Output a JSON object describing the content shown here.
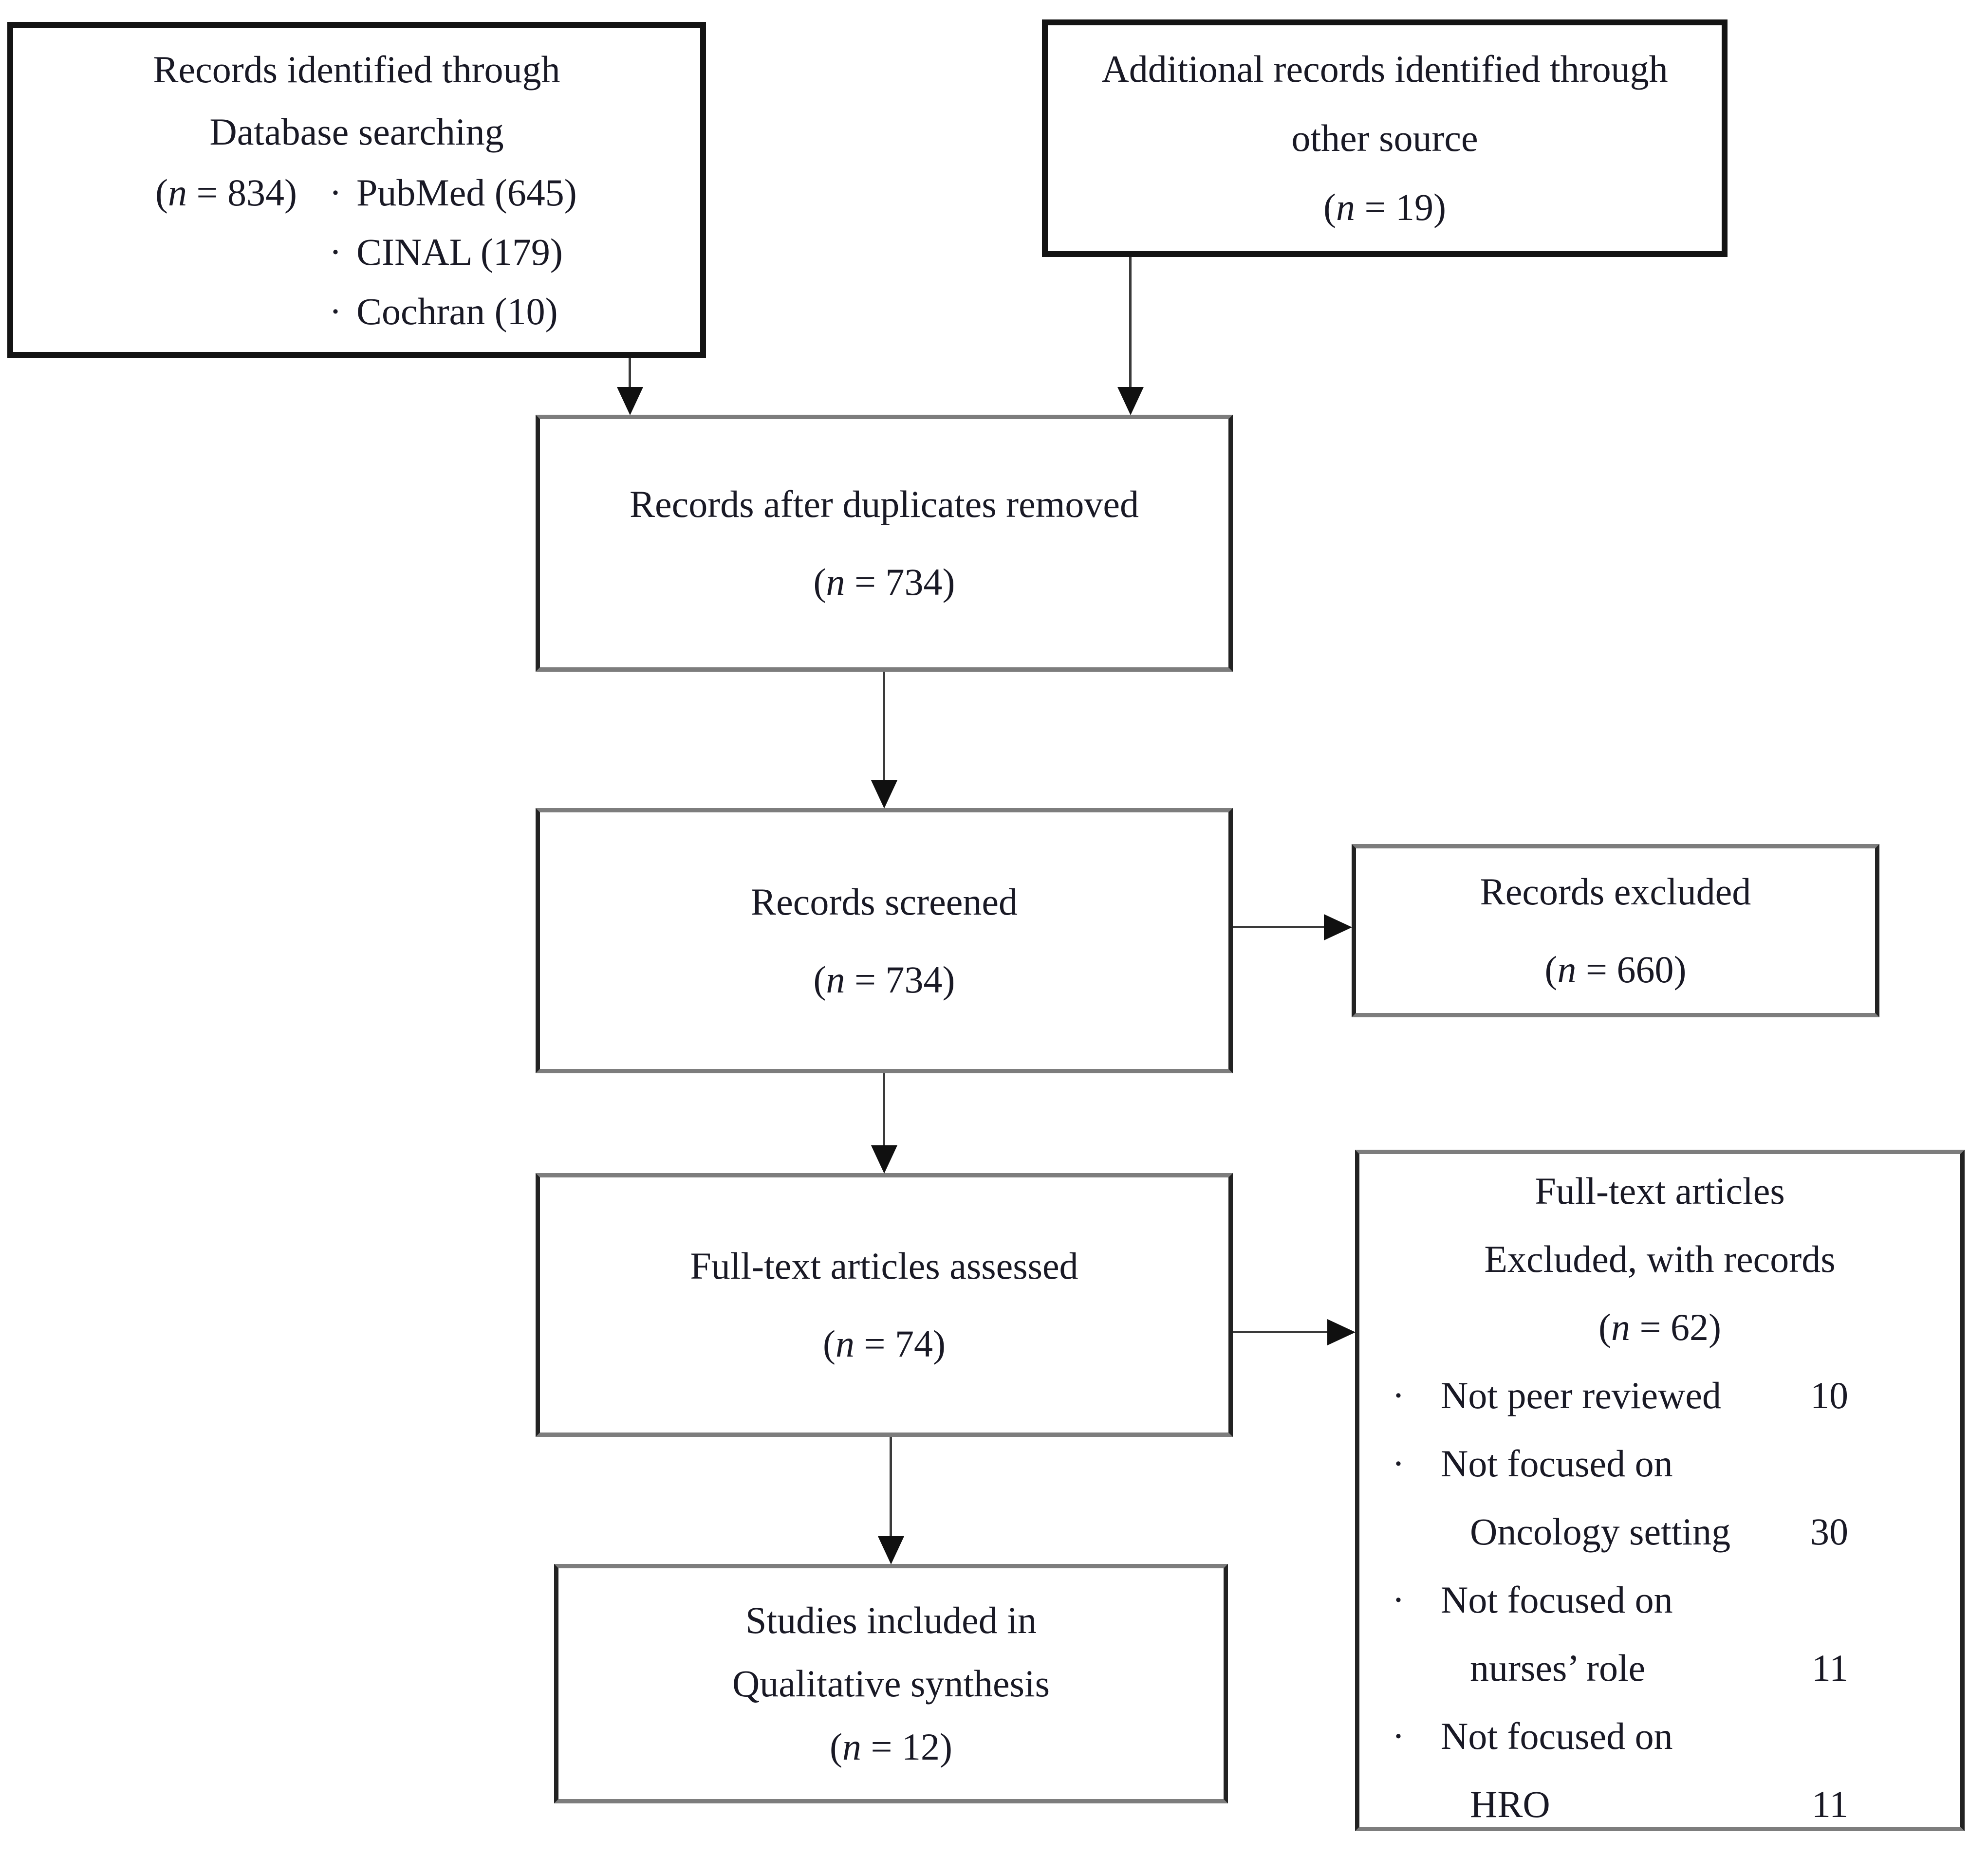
{
  "canvas": {
    "background": "#ffffff",
    "text_color": "#191925",
    "border_black": "#141414",
    "border_gray": "#7d7d7d",
    "arrow_color": "#101010"
  },
  "glyphs": {
    "bullet": "·"
  },
  "boxes": {
    "identified": {
      "line1": "Records identified through",
      "line2": "Database searching",
      "stat": {
        "pre": "(",
        "it": "n",
        "post": " = 834)"
      },
      "sources": [
        {
          "label": "PubMed (645)"
        },
        {
          "label": "CINAL (179)"
        },
        {
          "label": "Cochran (10)"
        }
      ]
    },
    "additional": {
      "line1": "Additional records identified through",
      "line2": "other source",
      "stat": {
        "pre": "(",
        "it": "n",
        "post": " = 19)"
      }
    },
    "deduplicated": {
      "line1": "Records after duplicates removed",
      "stat": {
        "pre": "(",
        "it": "n",
        "post": " = 734)"
      }
    },
    "screened": {
      "line1": "Records screened",
      "stat": {
        "pre": "(",
        "it": "n",
        "post": " = 734)"
      }
    },
    "excluded": {
      "line1": "Records excluded",
      "stat": {
        "pre": "(",
        "it": "n",
        "post": " = 660)"
      }
    },
    "fulltext": {
      "line1": "Full-text articles assessed",
      "stat": {
        "pre": "(",
        "it": "n",
        "post": " = 74)"
      }
    },
    "fulltext_excluded": {
      "line1": "Full-text articles",
      "line2": "Excluded, with records",
      "stat": {
        "pre": "(",
        "it": "n",
        "post": " = 62)"
      },
      "reasons": [
        {
          "text": "Not peer reviewed",
          "count": "10"
        },
        {
          "text": "Not focused on",
          "count": ""
        },
        {
          "text": "Oncology setting",
          "count": "30"
        },
        {
          "text": "Not focused on",
          "count": ""
        },
        {
          "text": "nurses’ role",
          "count": "11"
        },
        {
          "text": "Not focused on",
          "count": ""
        },
        {
          "text": "HRO",
          "count": "11"
        }
      ]
    },
    "included": {
      "line1": "Studies included in",
      "line2": "Qualitative synthesis",
      "stat": {
        "pre": "(",
        "it": "n",
        "post": " = 12)"
      }
    }
  }
}
